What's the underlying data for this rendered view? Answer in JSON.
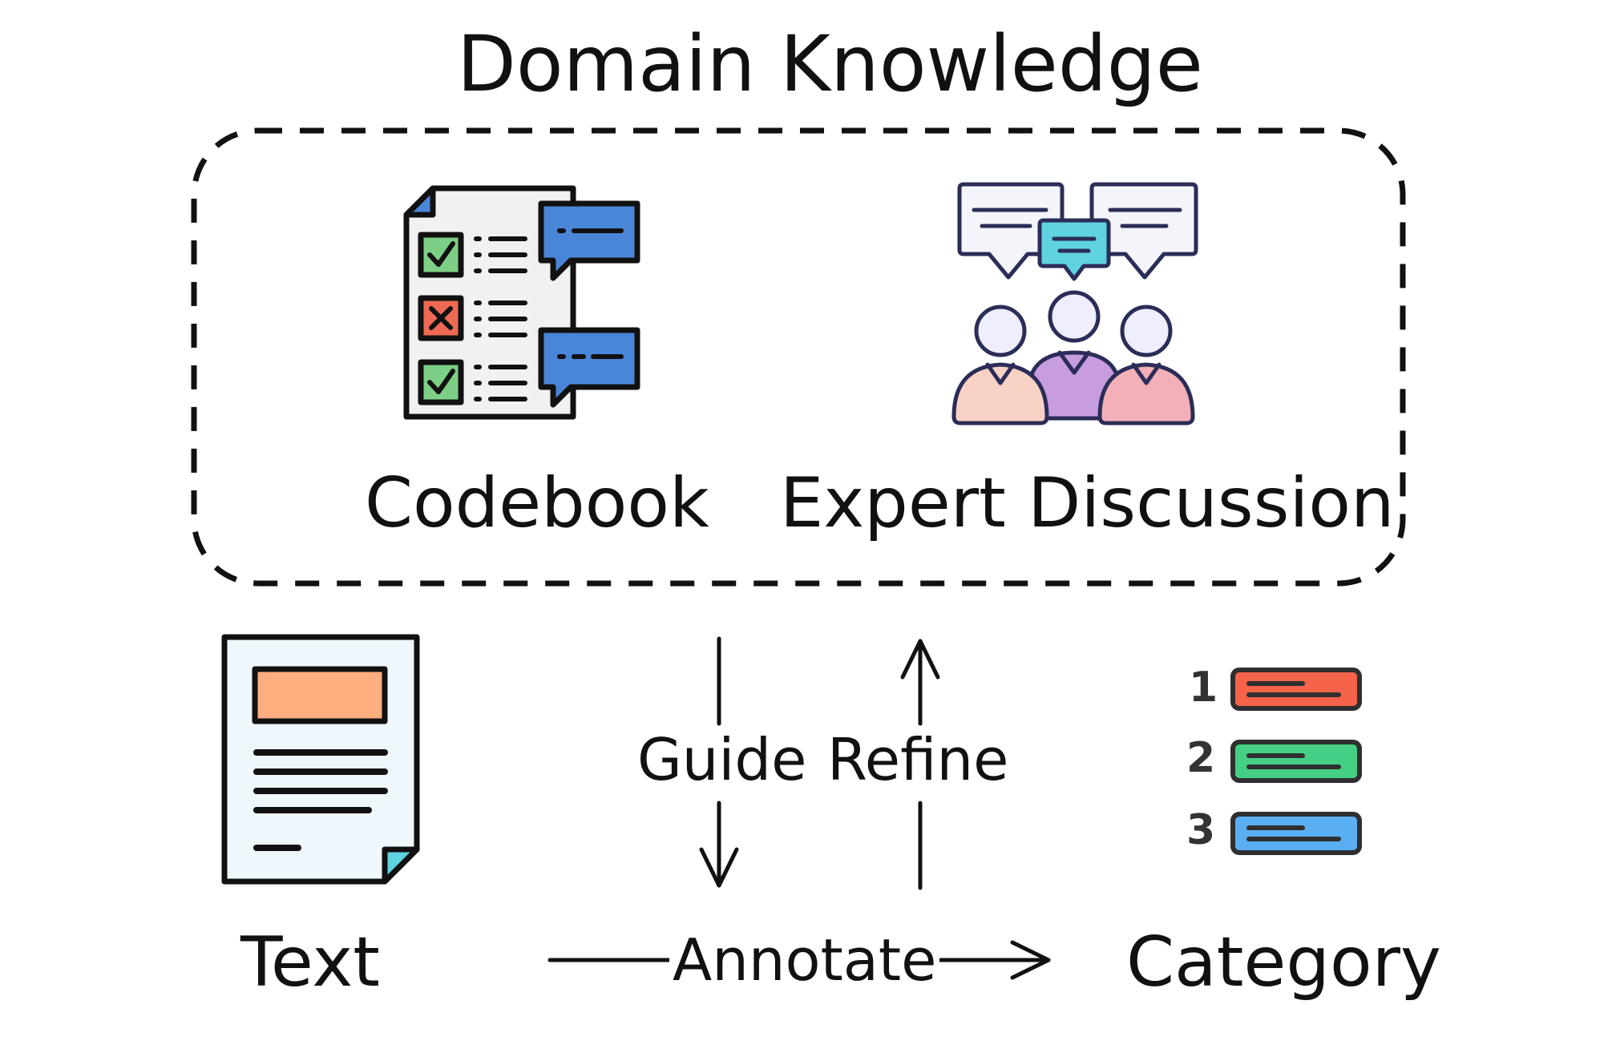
{
  "title": "Domain Knowledge",
  "knowledge": {
    "codebook_label": "Codebook",
    "expert_label": "Expert Discussion"
  },
  "flow": {
    "text_label": "Text",
    "category_label": "Category",
    "guide_label": "Guide",
    "refine_label": "Refine",
    "annotate_label": "Annotate"
  },
  "category_items": [
    {
      "number": "1",
      "color": "#f5634a"
    },
    {
      "number": "2",
      "color": "#44cf85"
    },
    {
      "number": "3",
      "color": "#5aaef2"
    }
  ],
  "icons": {
    "codebook": "checklist-icon",
    "expert": "group-discussion-icon",
    "text": "document-icon",
    "category": "category-list-icon"
  }
}
